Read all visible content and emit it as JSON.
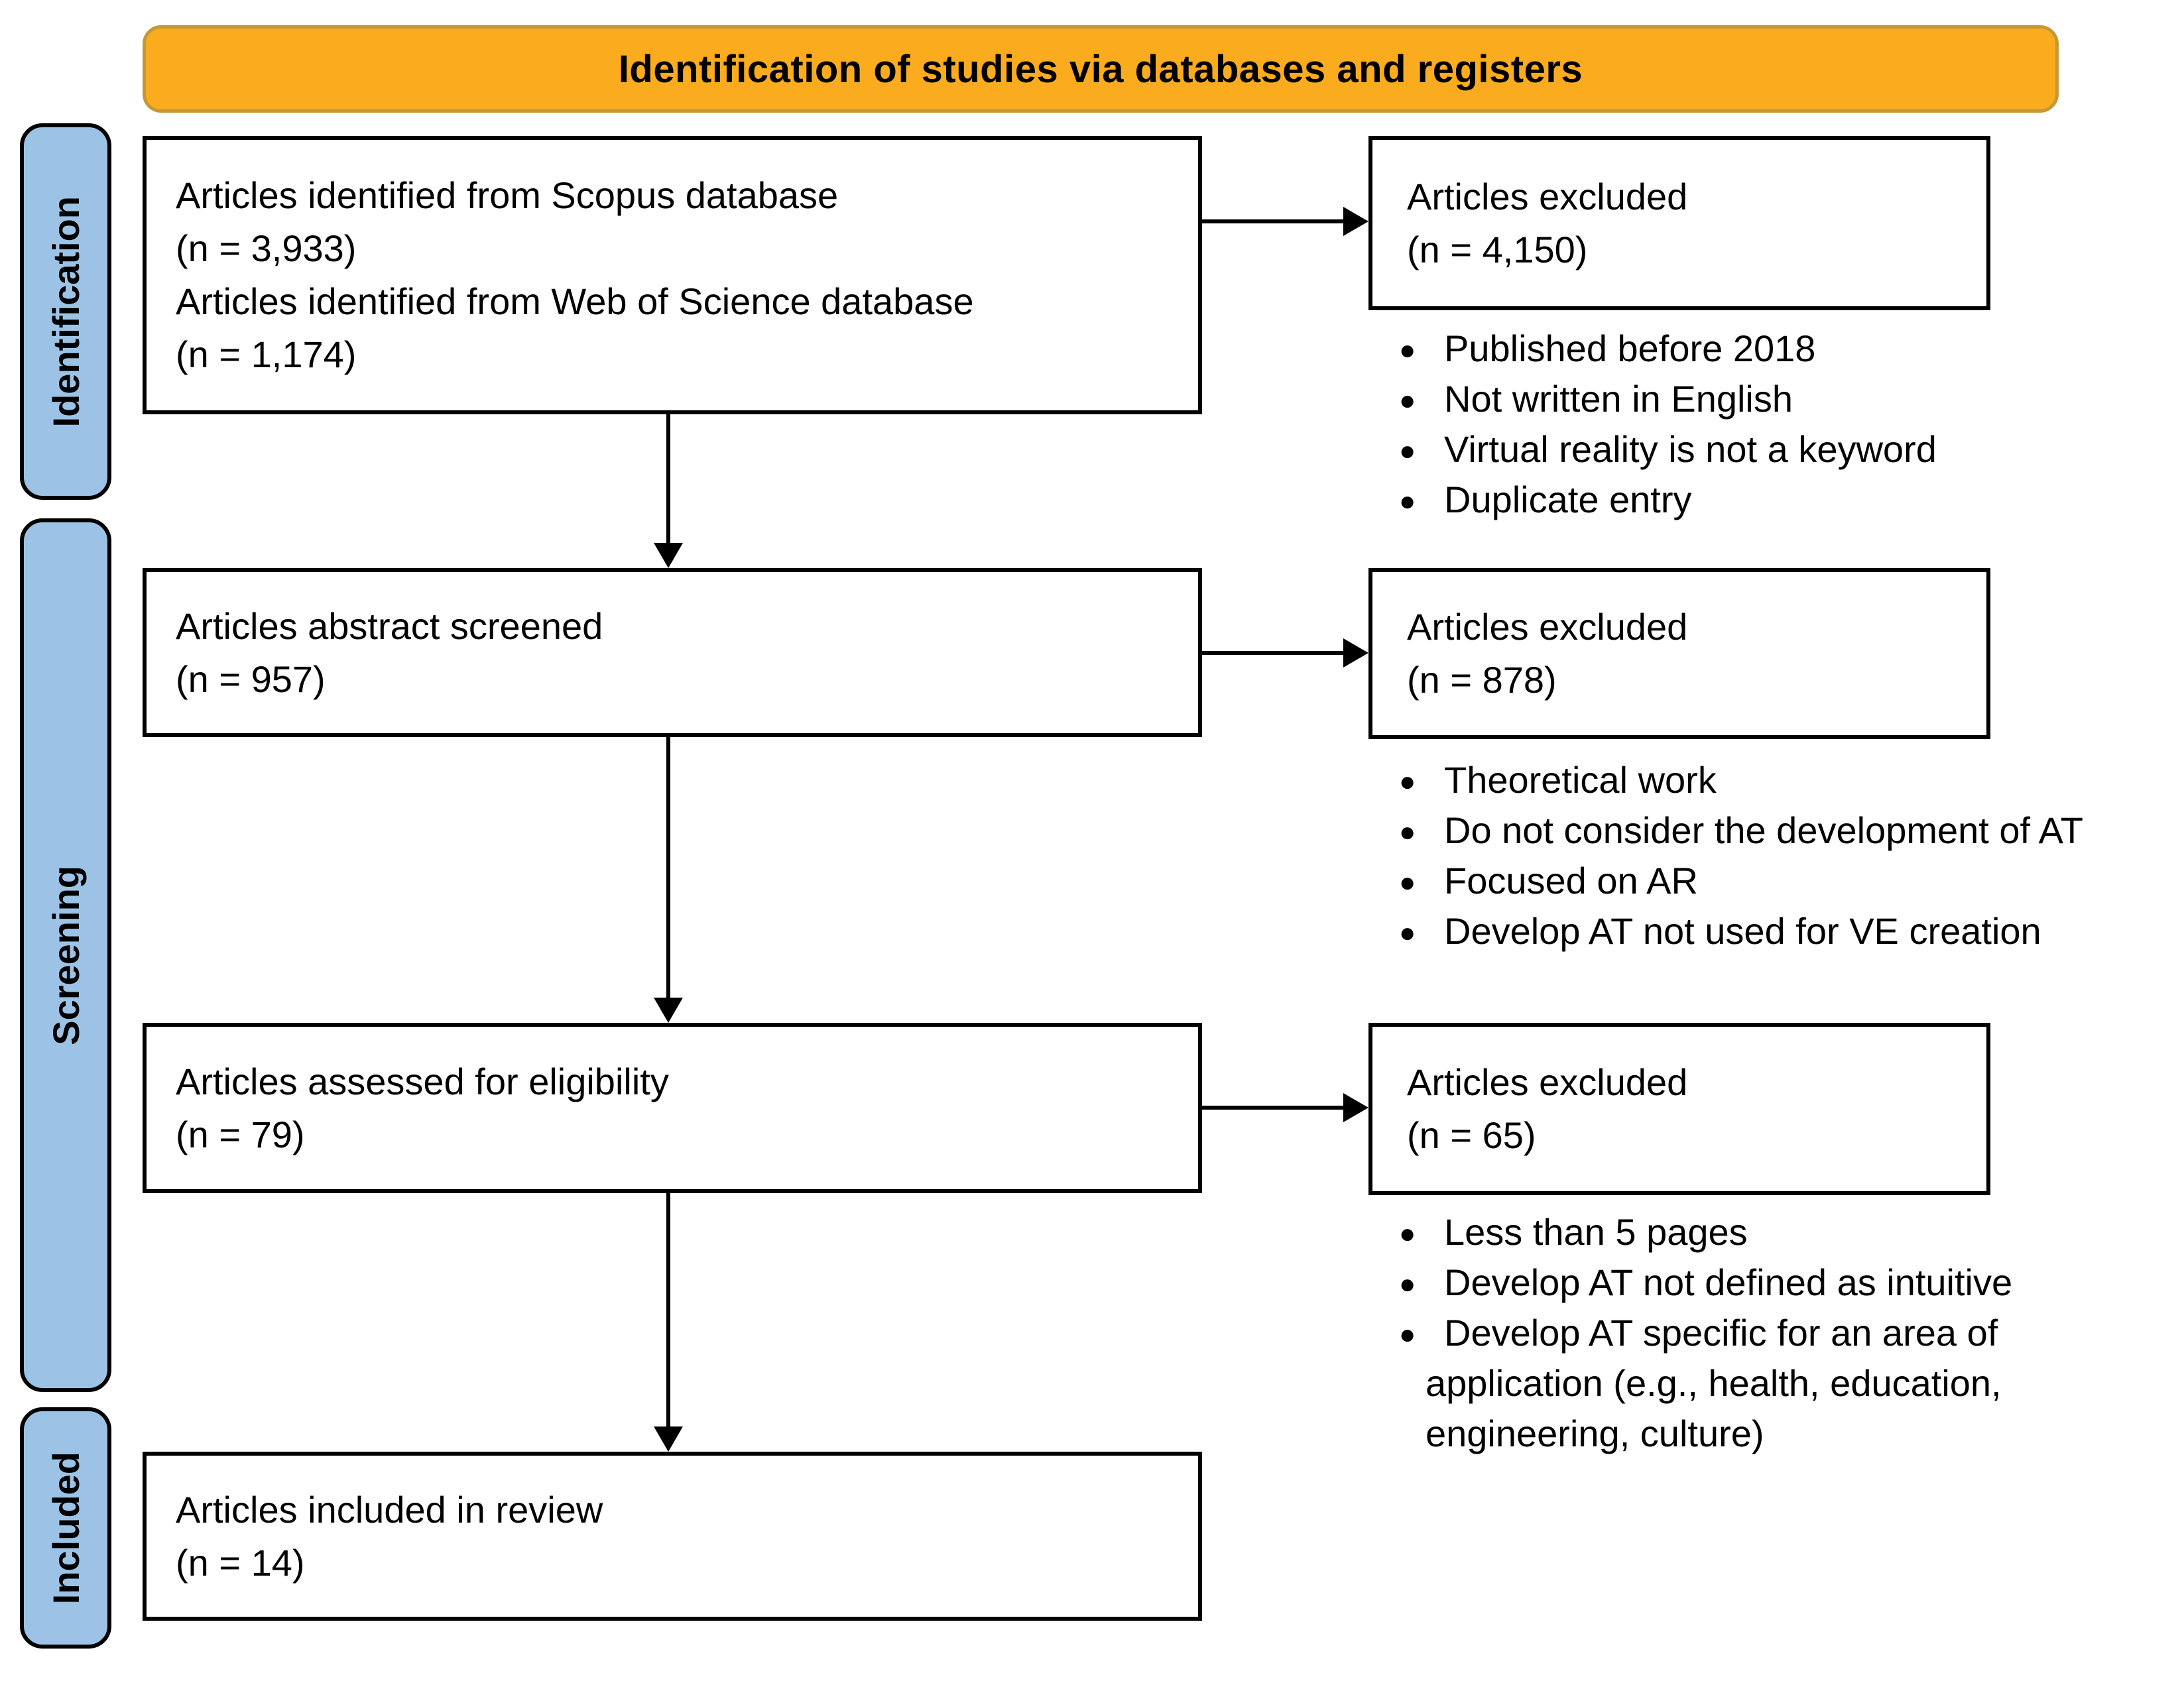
{
  "banner": {
    "title": "Identification of studies via databases and registers"
  },
  "stages": [
    {
      "label": "Identification"
    },
    {
      "label": "Screening"
    },
    {
      "label": "Included"
    }
  ],
  "main_boxes": [
    {
      "lines": [
        "Articles identified from Scopus database",
        "(n = 3,933)",
        "Articles identified from Web of Science database",
        "(n = 1,174)"
      ]
    },
    {
      "lines": [
        "Articles abstract screened",
        "(n = 957)"
      ]
    },
    {
      "lines": [
        "Articles assessed for eligibility",
        "(n = 79)"
      ]
    },
    {
      "lines": [
        "Articles included in review",
        "(n = 14)"
      ]
    }
  ],
  "excluded": [
    {
      "lines": [
        "Articles excluded",
        "(n = 4,150)"
      ],
      "reasons": [
        "Published before 2018",
        "Not written in English",
        "Virtual reality is not a keyword",
        "Duplicate entry"
      ]
    },
    {
      "lines": [
        "Articles excluded",
        "(n = 878)"
      ],
      "reasons": [
        "Theoretical work",
        "Do not consider the development of AT",
        "Focused on AR",
        "Develop AT not used for VE creation"
      ]
    },
    {
      "lines": [
        "Articles excluded",
        "(n = 65)"
      ],
      "reasons": [
        "Less than 5 pages",
        "Develop AT not defined as intuitive",
        "Develop AT specific for an area of application (e.g., health, education, engineering, culture)"
      ]
    }
  ],
  "colors": {
    "banner-bg": "#FAAB1E",
    "banner-border": "#C49838",
    "stage-bg": "#9CC3E5",
    "ink": "#000000"
  }
}
